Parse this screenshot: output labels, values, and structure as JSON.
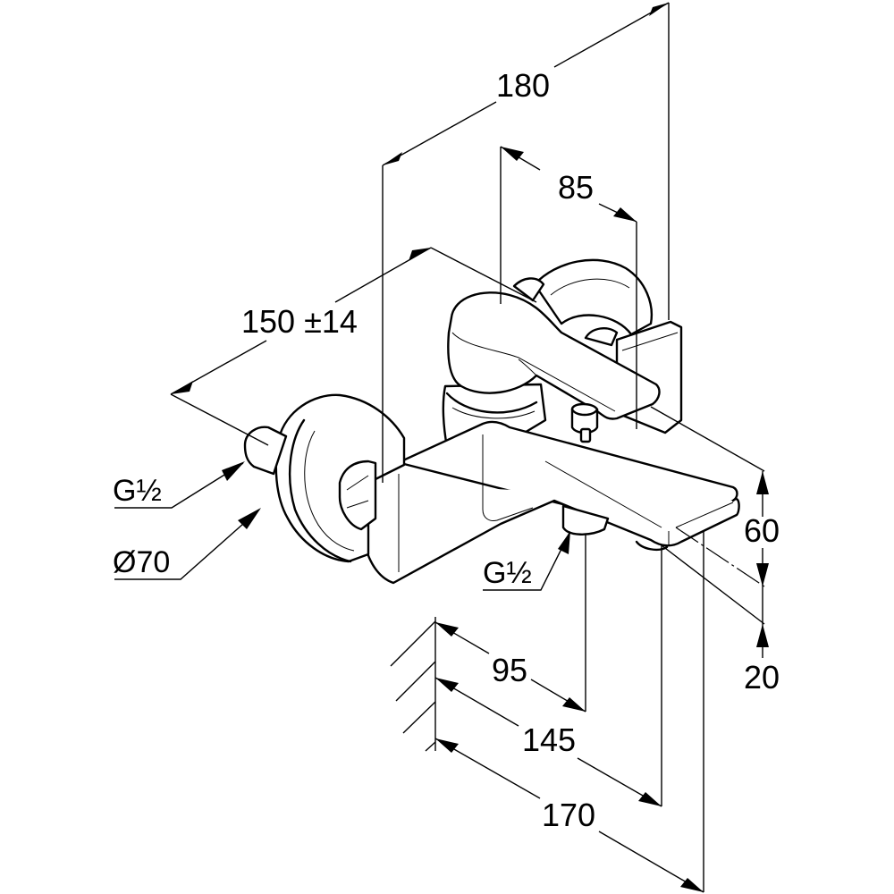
{
  "drawing": {
    "subject": "Single lever bath mixer, wall-mounted",
    "colors": {
      "line": "#000000",
      "background": "#ffffff"
    },
    "dimensions": {
      "overall_height": "180",
      "lever_offset": "85",
      "connection_spacing": "150 ±14",
      "spout_height": "60",
      "spout_bottom": "20",
      "outlet_projection": "95",
      "spout_projection_inner": "145",
      "spout_projection_total": "170"
    },
    "callouts": {
      "inlet_thread": "G½",
      "escutcheon_diameter": "Ø70",
      "outlet_thread": "G½"
    }
  }
}
